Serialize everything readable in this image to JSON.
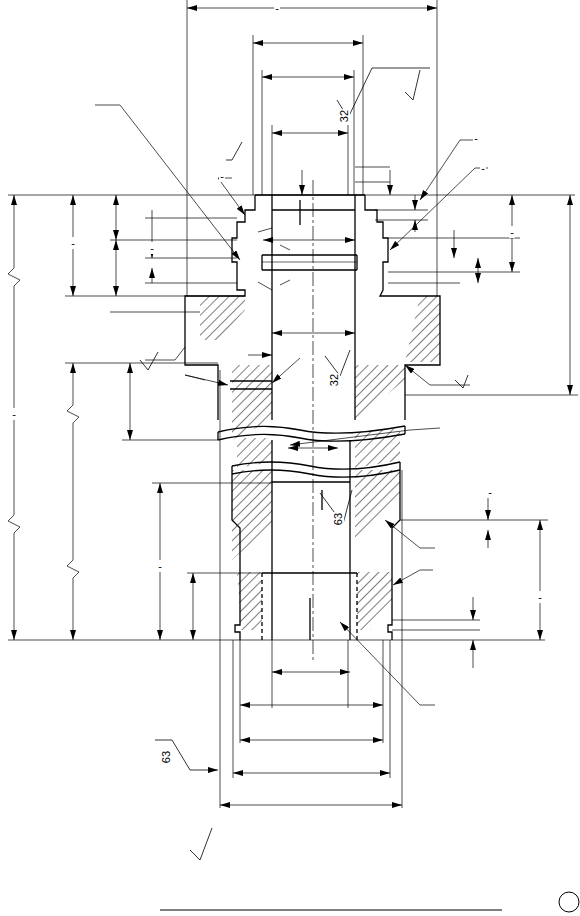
{
  "diagram": {
    "labels": [
      "-",
      "-",
      "-",
      "-",
      "-",
      "-",
      "-",
      "-",
      "-",
      "-",
      "-",
      "32",
      "32",
      "63",
      "63"
    ]
  }
}
